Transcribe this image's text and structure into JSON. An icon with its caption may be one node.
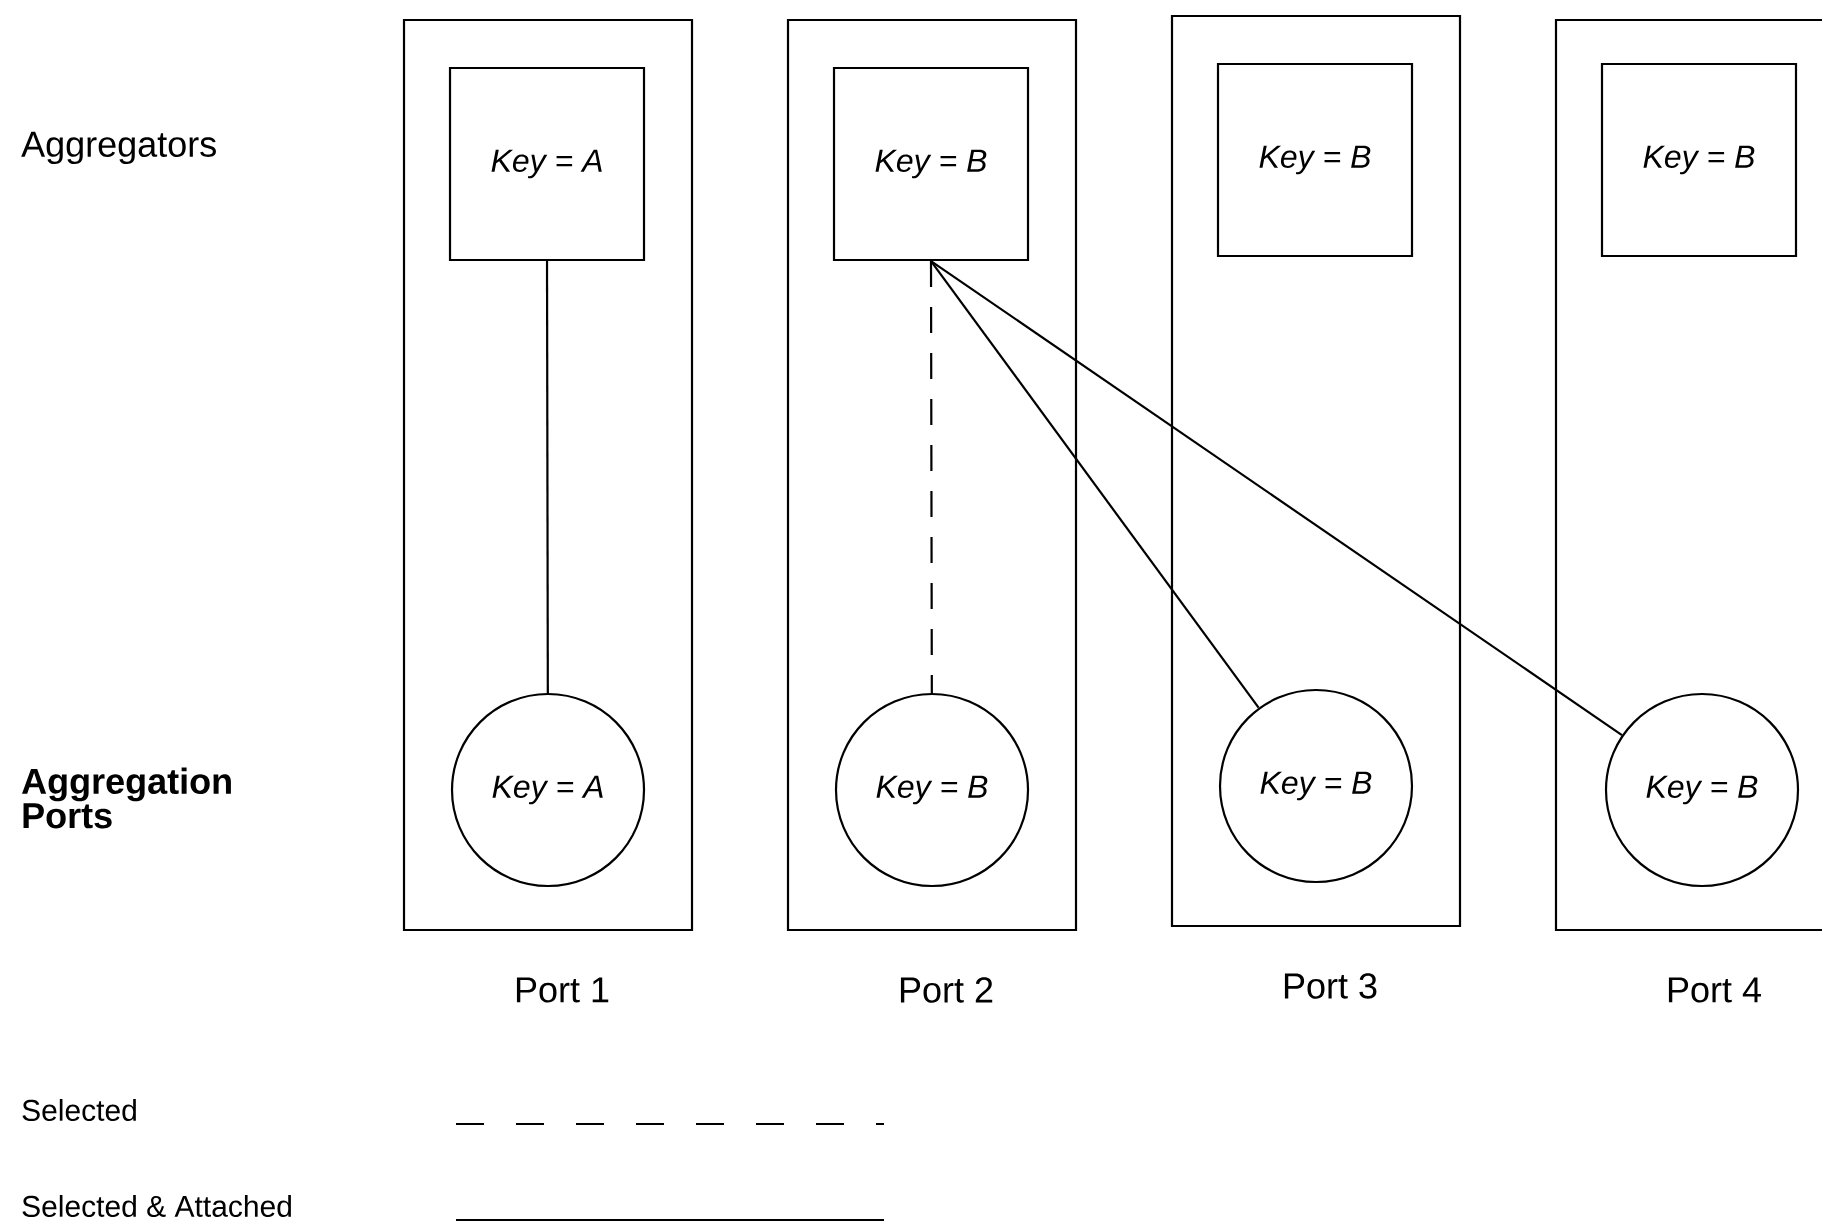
{
  "diagram": {
    "nodes": [
      {
        "text": [],
        "shape": "box",
        "beside": [
          "Port 1"
        ]
      },
      {
        "text": [
          "Key = A"
        ],
        "in": 0
      },
      {
        "text": [
          "Key = A"
        ],
        "in": 0
      },
      {
        "text": [],
        "shape": "box",
        "beside": [
          "Port 2"
        ]
      },
      {
        "text": [
          "Key = B"
        ],
        "in": 3
      },
      {
        "text": [
          "Key = B"
        ],
        "in": 3
      },
      {
        "text": [],
        "shape": "box",
        "beside": [
          "Port 3"
        ]
      },
      {
        "text": [
          "Key = B"
        ],
        "in": 6
      },
      {
        "text": [
          "Key = B"
        ],
        "in": 6
      },
      {
        "text": [],
        "shape": "box",
        "beside": [
          "Port 4"
        ]
      },
      {
        "text": [
          "Key = B"
        ],
        "in": 9
      },
      {
        "text": [
          "Key = B"
        ],
        "in": 9
      }
    ],
    "edges": [
      {
        "from": 1,
        "to": 2,
        "arrow": "none"
      },
      {
        "from": 4,
        "to": 5,
        "arrow": "none",
        "style": "dashed"
      },
      {
        "from": 4,
        "to": 8,
        "arrow": "none"
      },
      {
        "from": 4,
        "to": 11,
        "arrow": "none"
      }
    ],
    "labels": [
      "Aggregators",
      "Aggregation Ports"
    ],
    "legend": [
      {
        "text": "Selected"
      },
      {
        "text": "Selected & Attached"
      }
    ]
  }
}
